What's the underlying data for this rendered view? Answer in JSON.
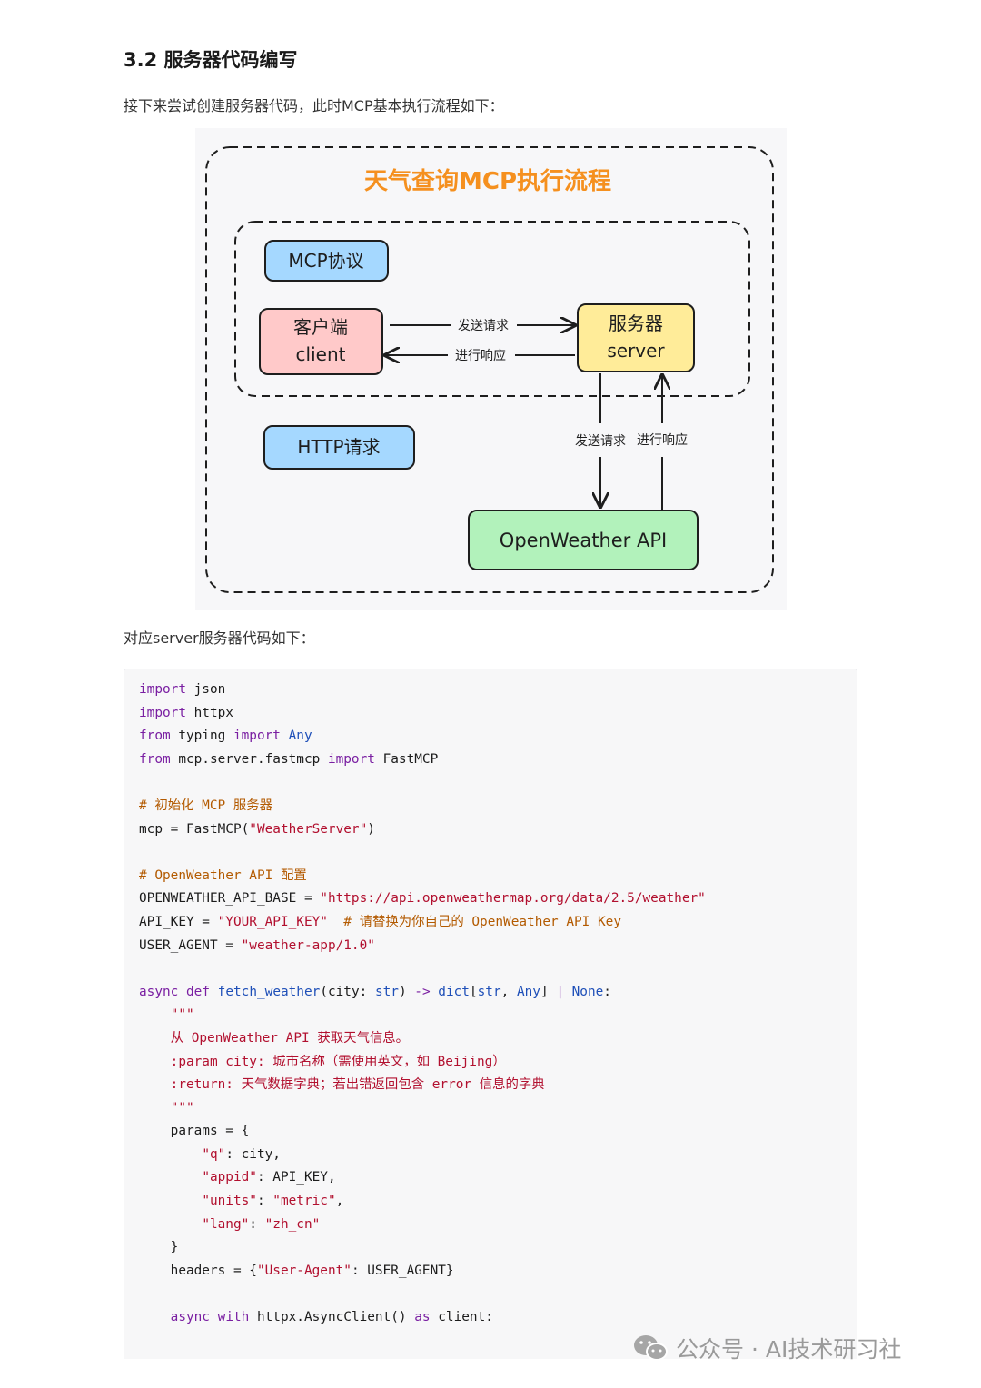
{
  "heading": "3.2 服务器代码编写",
  "intro": "接下来尝试创建服务器代码，此时MCP基本执行流程如下：",
  "diagram": {
    "title": "天气查询MCP执行流程",
    "mcp_label": "MCP协议",
    "http_label": "HTTP请求",
    "client": {
      "line1": "客户端",
      "line2": "client"
    },
    "server": {
      "line1": "服务器",
      "line2": "server"
    },
    "api": "OpenWeather API",
    "send_request": "发送请求",
    "respond": "进行响应",
    "colors": {
      "title": "#f5901f",
      "protocol_box": "#a5d8ff",
      "client_box": "#ffc9c9",
      "server_box": "#ffec99",
      "api_box": "#b2f2bb"
    }
  },
  "code_intro": "对应server服务器代码如下：",
  "code_lines": [
    "import json",
    "import httpx",
    "from typing import Any",
    "from mcp.server.fastmcp import FastMCP",
    "",
    "# 初始化 MCP 服务器",
    "mcp = FastMCP(\"WeatherServer\")",
    "",
    "# OpenWeather API 配置",
    "OPENWEATHER_API_BASE = \"https://api.openweathermap.org/data/2.5/weather\"",
    "API_KEY = \"YOUR_API_KEY\"  # 请替换为你自己的 OpenWeather API Key",
    "USER_AGENT = \"weather-app/1.0\"",
    "",
    "async def fetch_weather(city: str) -> dict[str, Any] | None:",
    "    \"\"\"",
    "    从 OpenWeather API 获取天气信息。",
    "    :param city: 城市名称（需使用英文，如 Beijing）",
    "    :return: 天气数据字典；若出错返回包含 error 信息的字典",
    "    \"\"\"",
    "    params = {",
    "        \"q\": city,",
    "        \"appid\": API_KEY,",
    "        \"units\": \"metric\",",
    "        \"lang\": \"zh_cn\"",
    "    }",
    "    headers = {\"User-Agent\": USER_AGENT}",
    "",
    "    async with httpx.AsyncClient() as client:"
  ],
  "watermark": "公众号 · AI技术研习社"
}
